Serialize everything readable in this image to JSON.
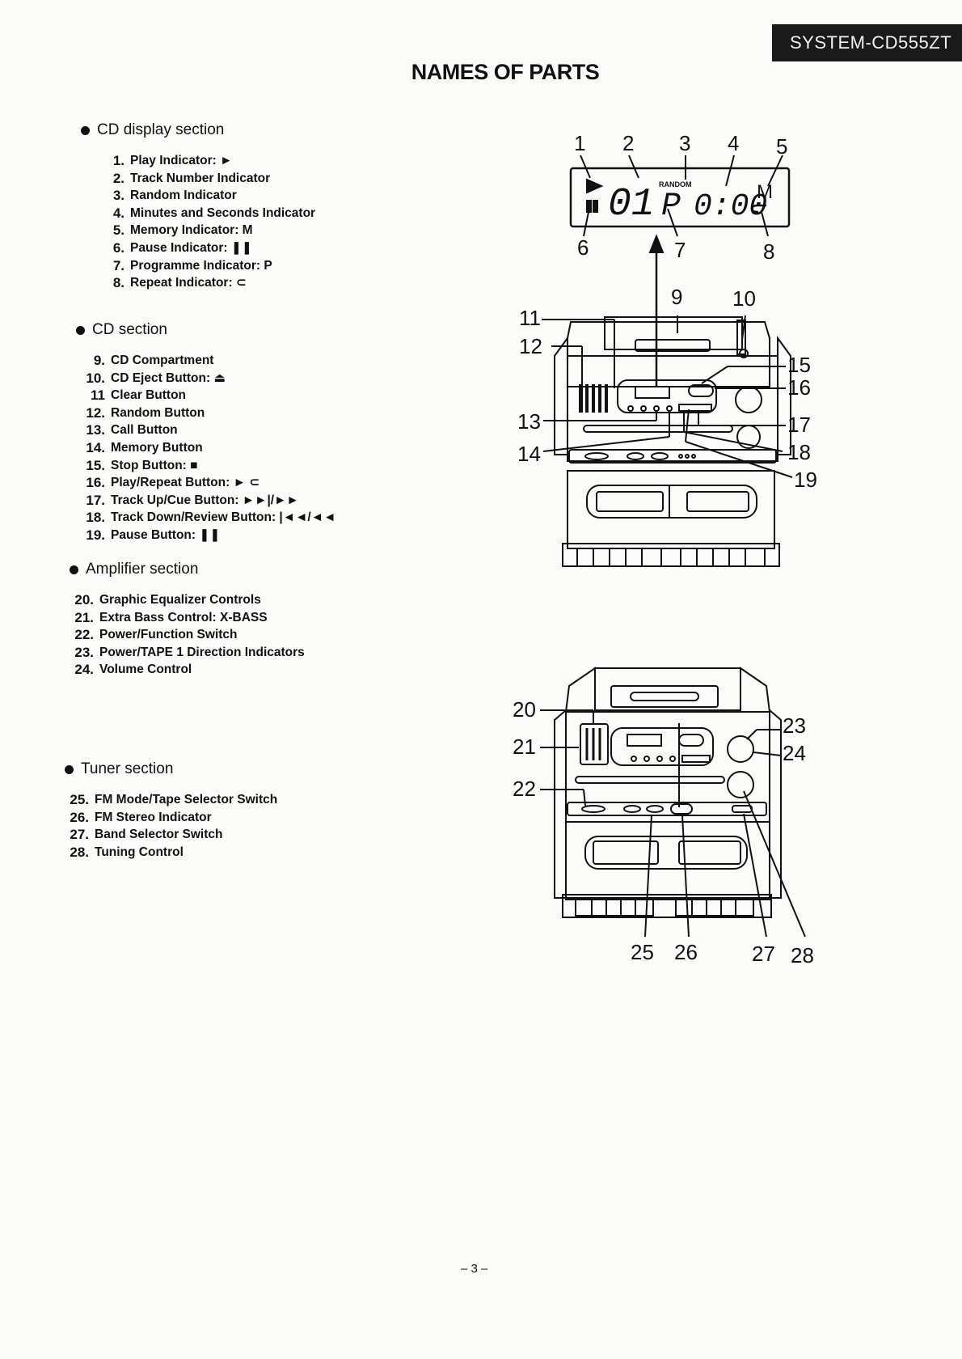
{
  "header": {
    "model": "SYSTEM-CD555ZT",
    "title": "NAMES OF PARTS"
  },
  "sections": {
    "cd_display": {
      "heading": "CD display section",
      "items": [
        {
          "num": "1.",
          "label": "Play Indicator: ►"
        },
        {
          "num": "2.",
          "label": "Track Number Indicator"
        },
        {
          "num": "3.",
          "label": "Random Indicator"
        },
        {
          "num": "4.",
          "label": "Minutes and Seconds Indicator"
        },
        {
          "num": "5.",
          "label": "Memory Indicator: M"
        },
        {
          "num": "6.",
          "label": "Pause Indicator: ❚❚"
        },
        {
          "num": "7.",
          "label": "Programme Indicator: P"
        },
        {
          "num": "8.",
          "label": "Repeat Indicator: ⊂"
        }
      ]
    },
    "cd": {
      "heading": "CD section",
      "items": [
        {
          "num": "9.",
          "label": "CD Compartment"
        },
        {
          "num": "10.",
          "label": "CD Eject Button: ⏏"
        },
        {
          "num": "11",
          "label": "Clear Button"
        },
        {
          "num": "12.",
          "label": "Random Button"
        },
        {
          "num": "13.",
          "label": "Call Button"
        },
        {
          "num": "14.",
          "label": "Memory Button"
        },
        {
          "num": "15.",
          "label": "Stop Button: ■"
        },
        {
          "num": "16.",
          "label": "Play/Repeat Button: ► ⊂"
        },
        {
          "num": "17.",
          "label": "Track Up/Cue Button: ►►|/►►"
        },
        {
          "num": "18.",
          "label": "Track Down/Review Button: |◄◄/◄◄"
        },
        {
          "num": "19.",
          "label": "Pause Button: ❚❚"
        }
      ]
    },
    "amplifier": {
      "heading": "Amplifier section",
      "items": [
        {
          "num": "20.",
          "label": "Graphic Equalizer Controls"
        },
        {
          "num": "21.",
          "label": "Extra Bass Control: X-BASS"
        },
        {
          "num": "22.",
          "label": "Power/Function Switch"
        },
        {
          "num": "23.",
          "label": "Power/TAPE 1 Direction Indicators"
        },
        {
          "num": "24.",
          "label": "Volume Control"
        }
      ]
    },
    "tuner": {
      "heading": "Tuner section",
      "items": [
        {
          "num": "25.",
          "label": "FM Mode/Tape Selector Switch"
        },
        {
          "num": "26.",
          "label": "FM Stereo Indicator"
        },
        {
          "num": "27.",
          "label": "Band Selector Switch"
        },
        {
          "num": "28.",
          "label": "Tuning Control"
        }
      ]
    }
  },
  "display_diagram": {
    "track": "01",
    "programme": "P",
    "random": "RANDOM",
    "time": "0:00",
    "memory": "M",
    "callouts_top": [
      "1",
      "2",
      "3",
      "4",
      "5"
    ],
    "callouts_bottom": [
      "6",
      "7",
      "8"
    ]
  },
  "unit_callouts": {
    "upper": [
      "9",
      "10",
      "11",
      "12",
      "13",
      "14",
      "15",
      "16",
      "17",
      "18",
      "19"
    ],
    "lower": [
      "20",
      "21",
      "22",
      "23",
      "24",
      "25",
      "26",
      "27",
      "28"
    ]
  },
  "footer": {
    "page": "– 3 –"
  }
}
